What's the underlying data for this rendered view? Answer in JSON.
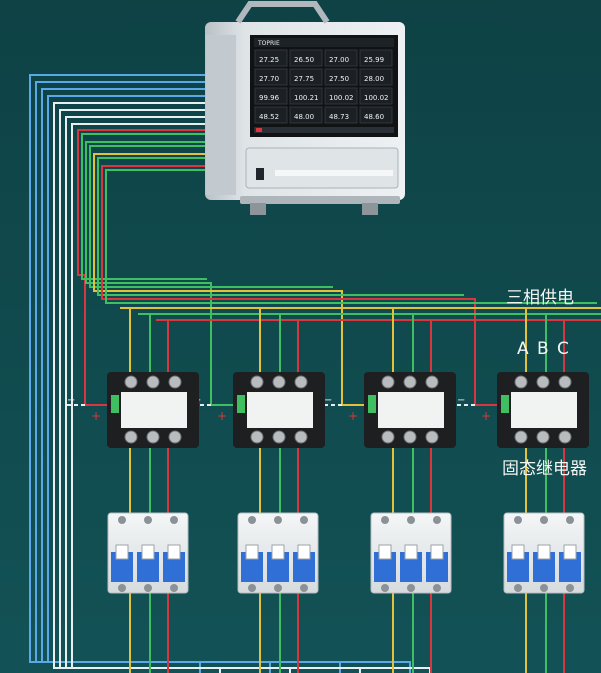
{
  "labels": {
    "power_supply": "三相供电",
    "phase_a": "A",
    "phase_b": "B",
    "phase_c": "C",
    "relay": "固态继电器"
  },
  "recorder": {
    "brand": "TOPRIE",
    "readings": [
      "27.25",
      "26.50",
      "27.00",
      "25.99",
      "27.70",
      "27.75",
      "27.50",
      "28.00",
      "99.96",
      "100.21",
      "100.02",
      "100.02",
      "48.52",
      "48.00",
      "48.73",
      "48.60"
    ]
  },
  "colors": {
    "background": "#0f4a4d",
    "wire_yellow": "#e2c23a",
    "wire_green": "#3fbf62",
    "wire_red": "#d8373f",
    "wire_blue": "#5aa9e6",
    "wire_white": "#e9eef0"
  }
}
